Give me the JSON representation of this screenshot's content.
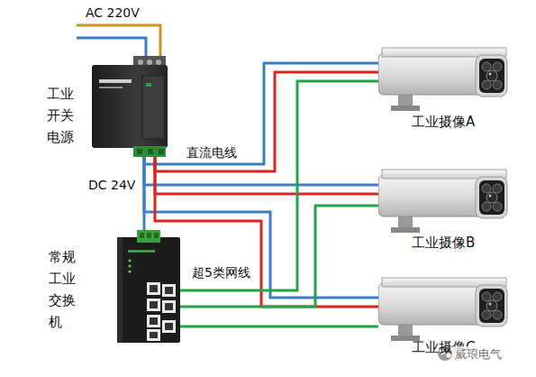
{
  "diagram": {
    "nodes": [
      {
        "text": [
          "工业 开关 电源"
        ]
      },
      {
        "text": [
          "常规 工业 交换 机"
        ]
      },
      {
        "text": [
          "工业摄像A"
        ]
      },
      {
        "text": [
          "工业摄像B"
        ]
      },
      {
        "text": [
          "工业摄像C"
        ]
      }
    ],
    "edges": [
      {
        "from": 0,
        "to": 1,
        "arrow": "none"
      },
      {
        "from": 0,
        "to": 2,
        "arrow": "none"
      },
      {
        "from": 0,
        "to": 3,
        "arrow": "none"
      },
      {
        "from": 0,
        "to": 4,
        "arrow": "none"
      },
      {
        "from": 1,
        "to": 2,
        "arrow": "none"
      },
      {
        "from": 1,
        "to": 3,
        "arrow": "none"
      },
      {
        "from": 1,
        "to": 4,
        "arrow": "none"
      }
    ],
    "labels": [
      "AC 220V",
      "直流电线",
      "DC 24V",
      "超5类网线",
      "威琅电气"
    ]
  }
}
